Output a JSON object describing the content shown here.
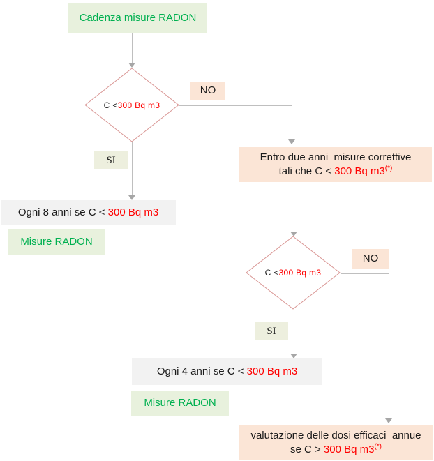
{
  "colors": {
    "green_text": "#00B050",
    "red_text": "#FF0000",
    "light_green_bg": "#E8F1DD",
    "si_label_bg": "#EDEFDE",
    "peach_bg": "#FBE5D6",
    "gray_bg": "#F2F2F2",
    "diamond_border": "#D99694",
    "connector_line": "#BFBFBF",
    "arrowhead": "#A6A6A6"
  },
  "flowchart": {
    "start": {
      "label": "Cadenza misure RADON"
    },
    "decision1": {
      "text_prefix": "C < ",
      "text_value": "300 Bq m3"
    },
    "branch1": {
      "no_label": "NO",
      "si_label": "SI"
    },
    "corrective_box": {
      "line1": "Entro due anni  misure correttive",
      "line2_prefix": "tali che C < ",
      "line2_value": "300 Bq m3",
      "line2_note": "(*)"
    },
    "every8_box": {
      "text_prefix": "Ogni 8 anni se C < ",
      "text_value": "300 Bq m3"
    },
    "misure_radon_1": {
      "label": "Misure RADON"
    },
    "decision2": {
      "text_prefix": "C < ",
      "text_value": "300 Bq m3"
    },
    "branch2": {
      "no_label": "NO",
      "si_label": "SI"
    },
    "every4_box": {
      "text_prefix": "Ogni 4 anni se C < ",
      "text_value": "300 Bq m3"
    },
    "misure_radon_2": {
      "label": "Misure RADON"
    },
    "dose_box": {
      "line1": "valutazione delle dosi efficaci  annue",
      "line2_prefix": "se C > ",
      "line2_value": "300 Bq m3",
      "line2_note": "(*)"
    }
  }
}
